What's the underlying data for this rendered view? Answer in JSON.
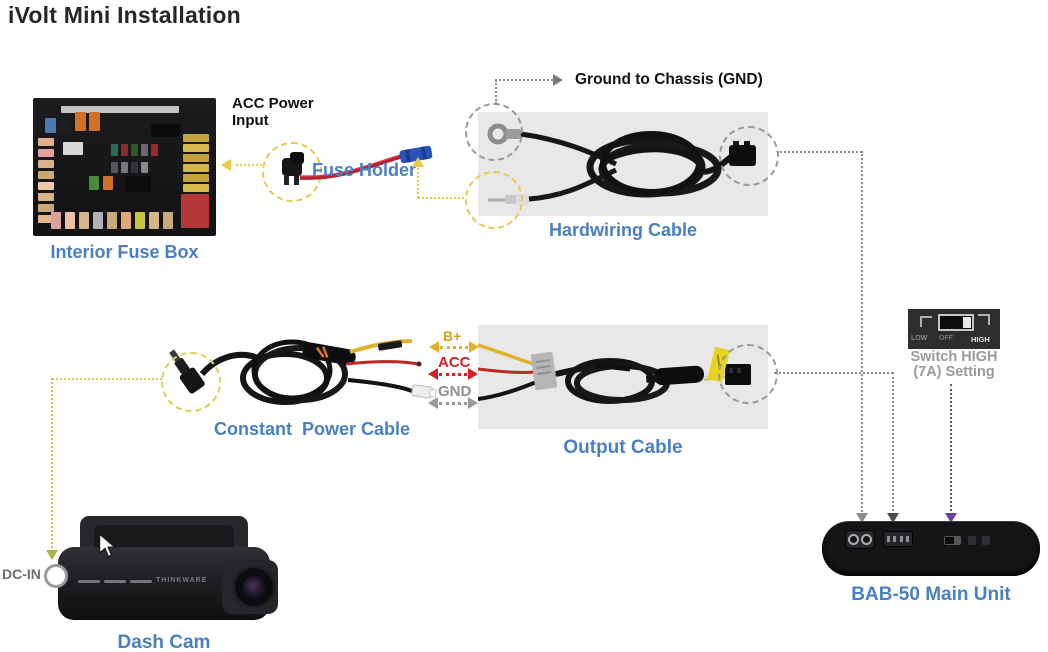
{
  "title": "iVolt Mini Installation",
  "diagram": {
    "fuse_box": {
      "label": "Interior Fuse Box"
    },
    "acc_power": {
      "line1": "ACC Power",
      "line2": "Input"
    },
    "fuse_holder": {
      "label": "Fuse Holder"
    },
    "hardwiring": {
      "label": "Hardwiring Cable",
      "ground_label": "Ground to Chassis (GND)"
    },
    "constant_power": {
      "label": "Constant  Power Cable"
    },
    "wire_labels": {
      "b_plus": "B+",
      "acc": "ACC",
      "gnd": "GND"
    },
    "output": {
      "label": "Output Cable"
    },
    "switch": {
      "caption_line1": "Switch HIGH",
      "caption_line2": "(7A) Setting",
      "low": "LOW",
      "off": "OFF",
      "high": "HIGH"
    },
    "main_unit": {
      "label": "BAB-50 Main Unit"
    },
    "dash_cam": {
      "label": "Dash Cam",
      "brand": "THINKWARE",
      "dc_in": "DC-IN"
    }
  },
  "colors": {
    "label_blue": "#4a80c2",
    "caption_gray": "#9a9a9a",
    "wire_yellow": "#e2b32a",
    "wire_red": "#d32222",
    "wire_gray": "#8f8f8f",
    "line_yellow": "#e9c84a",
    "line_green": "#a4ba3e",
    "line_gray": "#8c8c8c",
    "line_dark": "#4c4c4c",
    "line_purple": "#6f42a0"
  }
}
